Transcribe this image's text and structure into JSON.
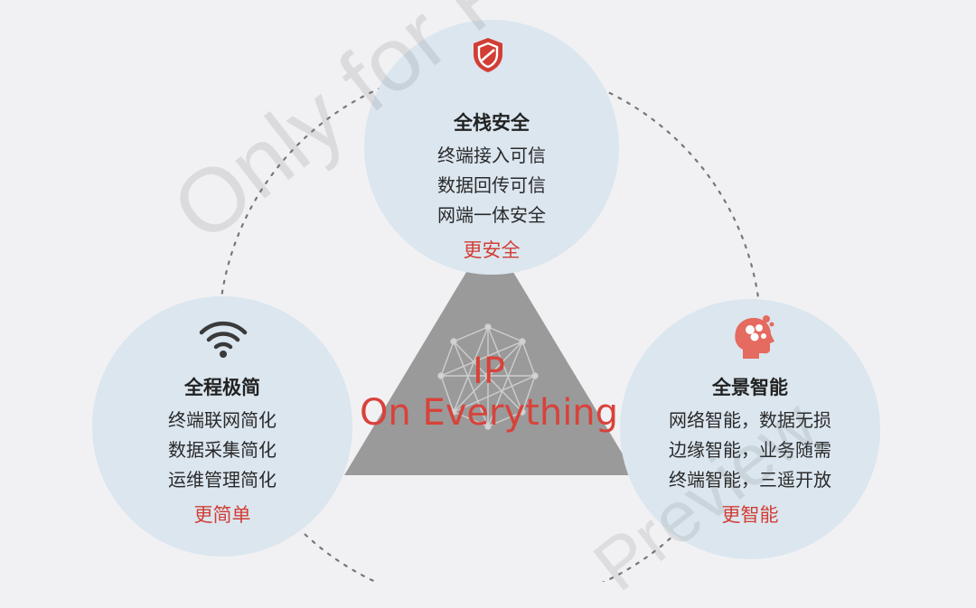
{
  "center": {
    "line1": "IP",
    "line2": "On Everything"
  },
  "nodes": {
    "top": {
      "title": "全栈安全",
      "lines": [
        "终端接入可信",
        "数据回传可信",
        "网端一体安全"
      ],
      "tag": "更安全",
      "icon": "shield-icon"
    },
    "left": {
      "title": "全程极简",
      "lines": [
        "终端联网简化",
        "数据采集简化",
        "运维管理简化"
      ],
      "tag": "更简单",
      "icon": "wifi-icon"
    },
    "right": {
      "title": "全景智能",
      "lines": [
        "网络智能，数据无损",
        "边缘智能，业务随需",
        "终端智能，三遥开放"
      ],
      "tag": "更智能",
      "icon": "brain-head-icon"
    }
  },
  "watermark": {
    "text1": "Only for Preview",
    "text2": "Preview"
  },
  "colors": {
    "background": "#f1f1f3",
    "circle": "#dbe6ef",
    "triangle": "#9a9a9a",
    "accent_red": "#d23d35",
    "dashed": "#777777"
  }
}
